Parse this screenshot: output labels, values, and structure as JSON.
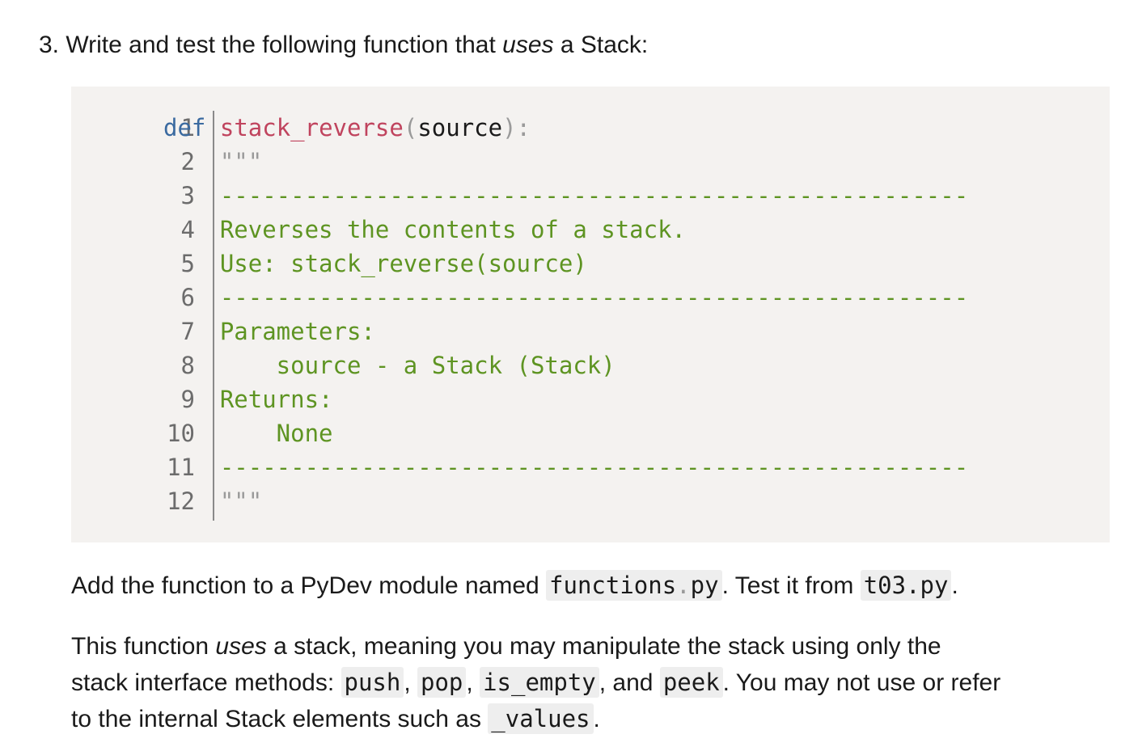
{
  "heading": {
    "number": "3.",
    "before": "Write and test the following function that ",
    "emph": "uses",
    "after": " a Stack:"
  },
  "code": {
    "line_numbers": [
      "1",
      "2",
      "3",
      "4",
      "5",
      "6",
      "7",
      "8",
      "9",
      "10",
      "11",
      "12"
    ],
    "def_kw": "def",
    "func_name": "stack_reverse",
    "open_paren": "(",
    "param": "source",
    "close": "):",
    "lines": [
      "    \"\"\"",
      "    -----------------------------------------------------",
      "    Reverses the contents of a stack.",
      "    Use: stack_reverse(source)",
      "    -----------------------------------------------------",
      "    Parameters:",
      "        source - a Stack (Stack)",
      "    Returns:",
      "        None",
      "    -----------------------------------------------------",
      "    \"\"\""
    ]
  },
  "para1": {
    "t1": "Add the function to a PyDev module named ",
    "file1_name": "functions",
    "file1_dot": ".",
    "file1_ext": "py",
    "t2": ". Test it from ",
    "file2": "t03.py",
    "t3": "."
  },
  "para2": {
    "t1": "This function ",
    "emph": "uses",
    "t2": " a stack, meaning you may manipulate the stack using only the",
    "t3": "stack interface methods: ",
    "m1": "push",
    "sep1": ", ",
    "m2": "pop",
    "sep2": ", ",
    "m3": "is_empty",
    "sep3": ", and ",
    "m4": "peek",
    "t4": ". You may not use or refer",
    "t5": "to the internal Stack elements such as ",
    "m5": "_values",
    "t6": "."
  }
}
